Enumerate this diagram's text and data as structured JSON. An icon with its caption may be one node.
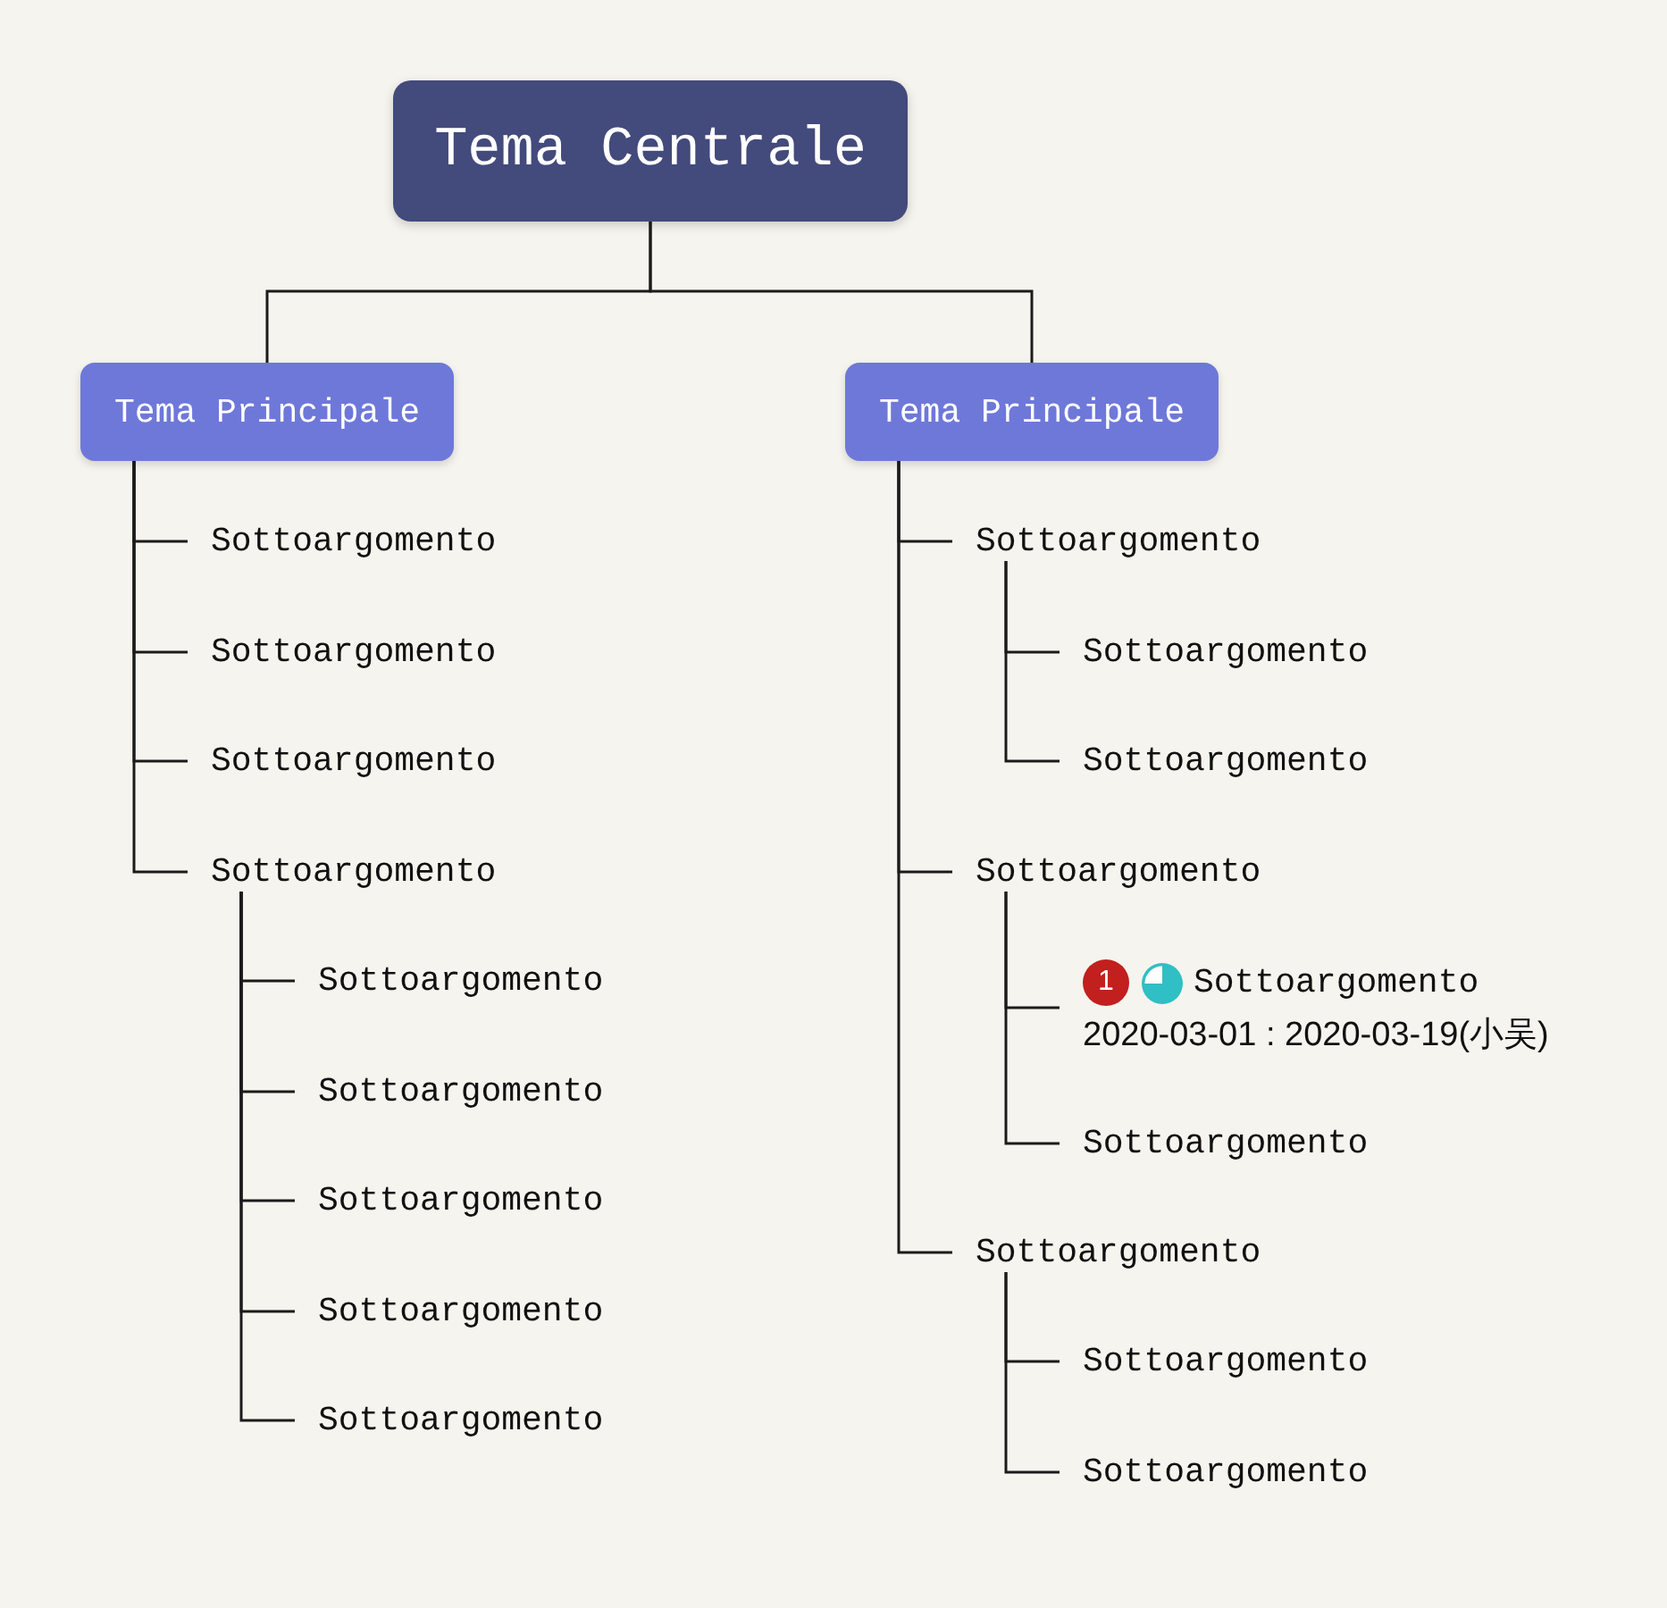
{
  "diagram": {
    "nodes": [
      {
        "text": [
          "Tema Centrale"
        ]
      },
      {
        "text": [
          "Tema Principale"
        ]
      },
      {
        "text": [
          "Sottoargomento"
        ]
      },
      {
        "text": [
          "Sottoargomento"
        ]
      },
      {
        "text": [
          "Sottoargomento"
        ]
      },
      {
        "text": [
          "Sottoargomento"
        ]
      },
      {
        "text": [
          "Sottoargomento"
        ]
      },
      {
        "text": [
          "Sottoargomento"
        ]
      },
      {
        "text": [
          "Sottoargomento"
        ]
      },
      {
        "text": [
          "Sottoargomento"
        ]
      },
      {
        "text": [
          "Sottoargomento"
        ]
      },
      {
        "text": [
          "Tema Principale"
        ]
      },
      {
        "text": [
          "Sottoargomento"
        ]
      },
      {
        "text": [
          "Sottoargomento"
        ]
      },
      {
        "text": [
          "Sottoargomento"
        ]
      },
      {
        "text": [
          "Sottoargomento"
        ]
      },
      {
        "text": [
          "Sottoargomento",
          "2020-03-01 : 2020-03-19(小吴)"
        ]
      },
      {
        "text": [
          "Sottoargomento"
        ]
      },
      {
        "text": [
          "Sottoargomento"
        ]
      },
      {
        "text": [
          "Sottoargomento"
        ]
      },
      {
        "text": [
          "Sottoargomento"
        ]
      }
    ],
    "edges": [
      {
        "from": 0,
        "to": 1,
        "arrow": "none"
      },
      {
        "from": 0,
        "to": 11,
        "arrow": "none"
      },
      {
        "from": 1,
        "to": 2,
        "arrow": "none"
      },
      {
        "from": 1,
        "to": 3,
        "arrow": "none"
      },
      {
        "from": 1,
        "to": 4,
        "arrow": "none"
      },
      {
        "from": 1,
        "to": 5,
        "arrow": "none"
      },
      {
        "from": 5,
        "to": 6,
        "arrow": "none"
      },
      {
        "from": 5,
        "to": 7,
        "arrow": "none"
      },
      {
        "from": 5,
        "to": 8,
        "arrow": "none"
      },
      {
        "from": 5,
        "to": 9,
        "arrow": "none"
      },
      {
        "from": 5,
        "to": 10,
        "arrow": "none"
      },
      {
        "from": 11,
        "to": 12,
        "arrow": "none"
      },
      {
        "from": 12,
        "to": 13,
        "arrow": "none"
      },
      {
        "from": 12,
        "to": 14,
        "arrow": "none"
      },
      {
        "from": 11,
        "to": 15,
        "arrow": "none"
      },
      {
        "from": 15,
        "to": 16,
        "arrow": "none"
      },
      {
        "from": 15,
        "to": 17,
        "arrow": "none"
      },
      {
        "from": 11,
        "to": 18,
        "arrow": "none"
      },
      {
        "from": 18,
        "to": 19,
        "arrow": "none"
      },
      {
        "from": 18,
        "to": 20,
        "arrow": "none"
      }
    ],
    "labels": [
      "1"
    ]
  }
}
